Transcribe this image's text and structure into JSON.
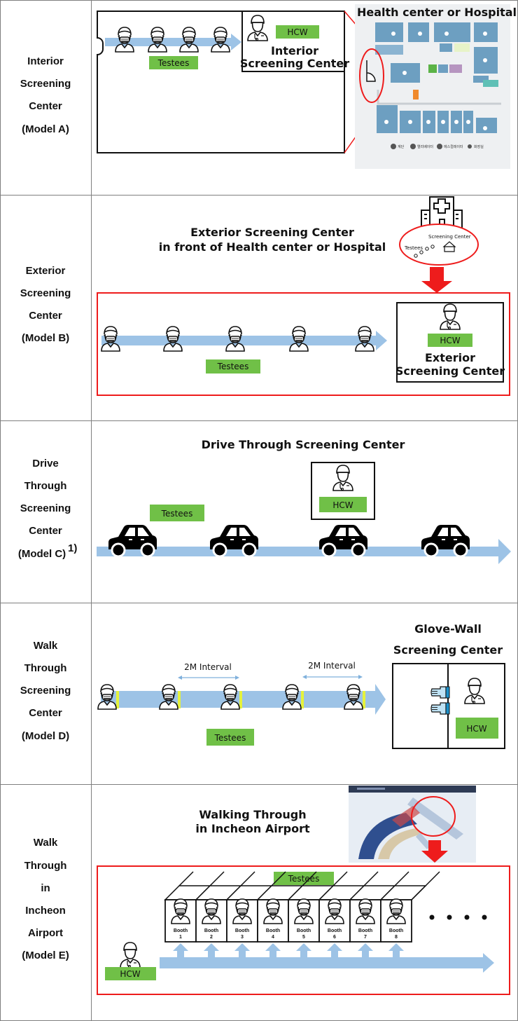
{
  "rows": [
    {
      "label": [
        "Interior",
        "Screening",
        "Center",
        "(Model A)"
      ],
      "hcw": "HCW",
      "center_title": [
        "Interior",
        "Screening Center"
      ],
      "testees": "Testees",
      "floor_plan_title": "Health center or Hospital",
      "floor_plan_legend": [
        "계단",
        "엘리베이터",
        "에스컬레이터",
        "화장실"
      ]
    },
    {
      "label": [
        "Exterior",
        "Screening",
        "Center",
        "(Model B)"
      ],
      "title": [
        "Exterior Screening Center",
        "in front of Health center or Hospital"
      ],
      "inset_center": "Screening Center",
      "inset_testees": "Testees",
      "hcw": "HCW",
      "center_title": [
        "Exterior",
        "Screening Center"
      ],
      "testees": "Testees"
    },
    {
      "label": [
        "Drive",
        "Through",
        "Screening",
        "Center",
        "(Model C)"
      ],
      "label_sup": "1)",
      "title": "Drive Through Screening Center",
      "testees": "Testees",
      "hcw": "HCW"
    },
    {
      "label": [
        "Walk",
        "Through",
        "Screening",
        "Center",
        "(Model D)"
      ],
      "interval_label": "2M Interval",
      "testees": "Testees",
      "title": [
        "Glove-Wall",
        "Screening Center"
      ],
      "hcw": "HCW"
    },
    {
      "label": [
        "Walk",
        "Through",
        "in",
        "Incheon",
        "Airport",
        "(Model E)"
      ],
      "title": [
        "Walking Through",
        "in Incheon Airport"
      ],
      "testees": "Testees",
      "booth_word": "Booth",
      "booths": [
        "1",
        "2",
        "3",
        "4",
        "5",
        "6",
        "7",
        "8"
      ],
      "hcw": "HCW"
    }
  ],
  "colors": {
    "arrow": "#9dc3e6",
    "label_green": "#70c047",
    "red": "#ee1c1c",
    "yellow_bar": "#e5f23c"
  },
  "icons": [
    "health-worker-icon",
    "masked-person-icon",
    "car-icon",
    "hospital-icon",
    "glove-icon"
  ]
}
